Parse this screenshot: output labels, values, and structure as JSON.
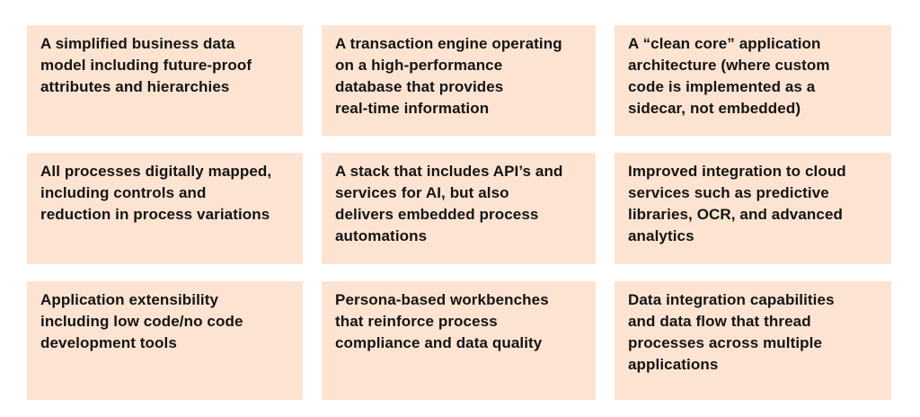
{
  "colors": {
    "page_background": "#ffffff",
    "card_background": "#fde4d2",
    "card_text": "#141414"
  },
  "cards": [
    {
      "text": "A simplified business data\nmodel including future-proof\nattributes and hierarchies"
    },
    {
      "text": "A transaction engine operating\non a high-performance\ndatabase that provides\nreal-time information"
    },
    {
      "text": "A “clean core” application\narchitecture (where custom\ncode is implemented as a\nsidecar, not embedded)"
    },
    {
      "text": "All processes digitally mapped,\nincluding controls and\nreduction in process variations"
    },
    {
      "text": "A stack that includes API’s and\nservices for AI, but also\ndelivers embedded process\nautomations"
    },
    {
      "text": "Improved integration to cloud\nservices such as predictive\nlibraries, OCR, and advanced\nanalytics"
    },
    {
      "text": "Application extensibility\nincluding low code/no code\ndevelopment tools"
    },
    {
      "text": "Persona-based workbenches\nthat reinforce process\ncompliance and data quality"
    },
    {
      "text": "Data integration capabilities\nand data flow that thread\nprocesses across multiple\napplications"
    }
  ]
}
